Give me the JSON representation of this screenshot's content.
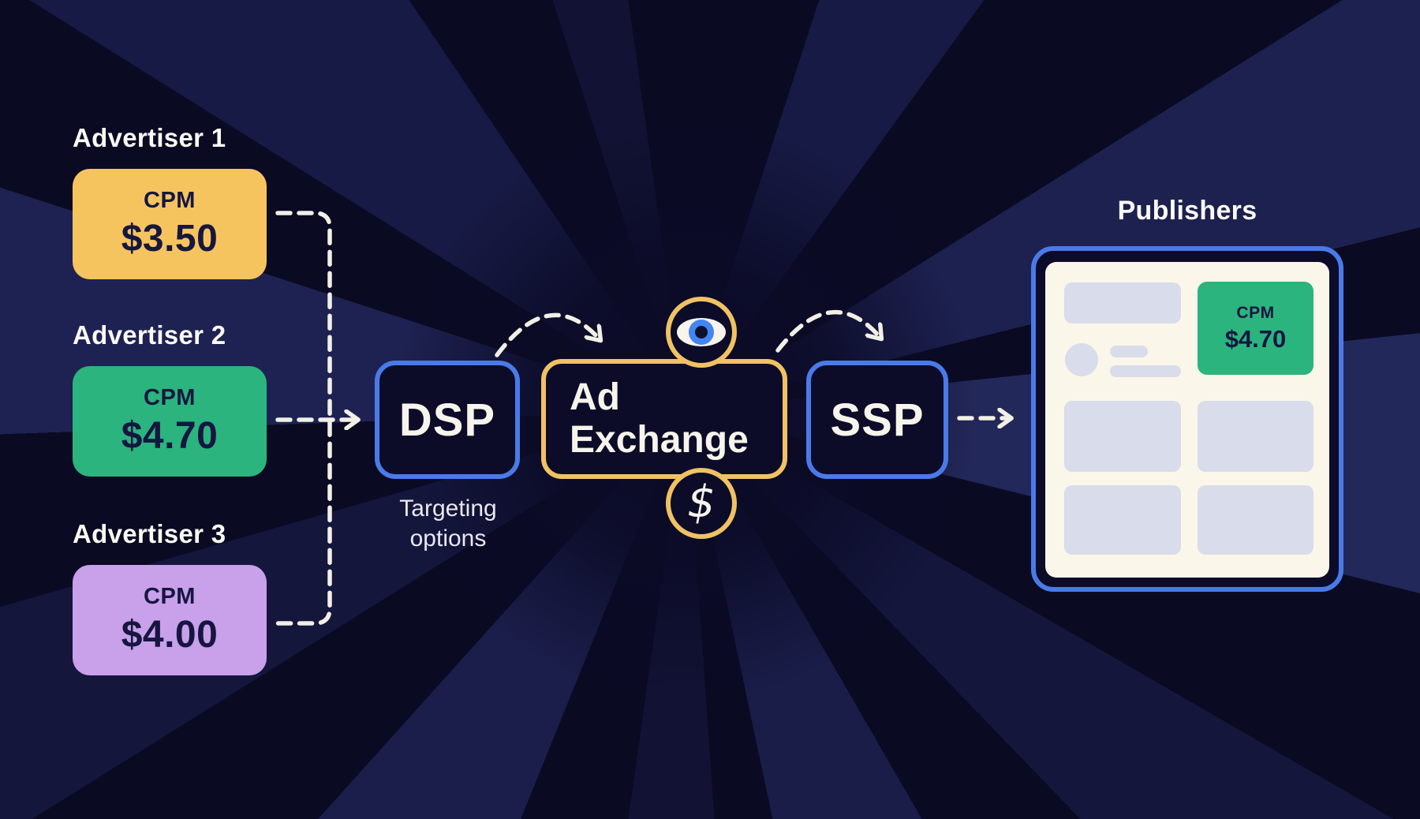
{
  "advertisers": [
    {
      "label": "Advertiser 1",
      "cpm_label": "CPM",
      "cpm_value": "$3.50",
      "color": "#F6C45F"
    },
    {
      "label": "Advertiser 2",
      "cpm_label": "CPM",
      "cpm_value": "$4.70",
      "color": "#2BB47E"
    },
    {
      "label": "Advertiser 3",
      "cpm_label": "CPM",
      "cpm_value": "$4.00",
      "color": "#C9A0EA"
    }
  ],
  "dsp": {
    "label": "DSP",
    "caption_lines": [
      "Targeting",
      "options"
    ]
  },
  "ad_exchange": {
    "label_lines": [
      "Ad",
      "Exchange"
    ],
    "dollar_glyph": "$"
  },
  "ssp": {
    "label": "SSP"
  },
  "publishers": {
    "title": "Publishers",
    "ad_slot": {
      "cpm_label": "CPM",
      "cpm_value": "$4.70",
      "color": "#2BB47E"
    }
  },
  "colors": {
    "background": "#0A0A23",
    "ray_light": "#1B1E4A",
    "blue_border": "#4A7AE8",
    "gold_border": "#F0C264",
    "cream_panel": "#FAF6EA",
    "placeholder_gray": "#D9DCEA",
    "dash_line": "#F2EFE6",
    "dark_text": "#161640",
    "light_text": "#F7F4EC",
    "eye_iris_blue": "#4285F4"
  }
}
